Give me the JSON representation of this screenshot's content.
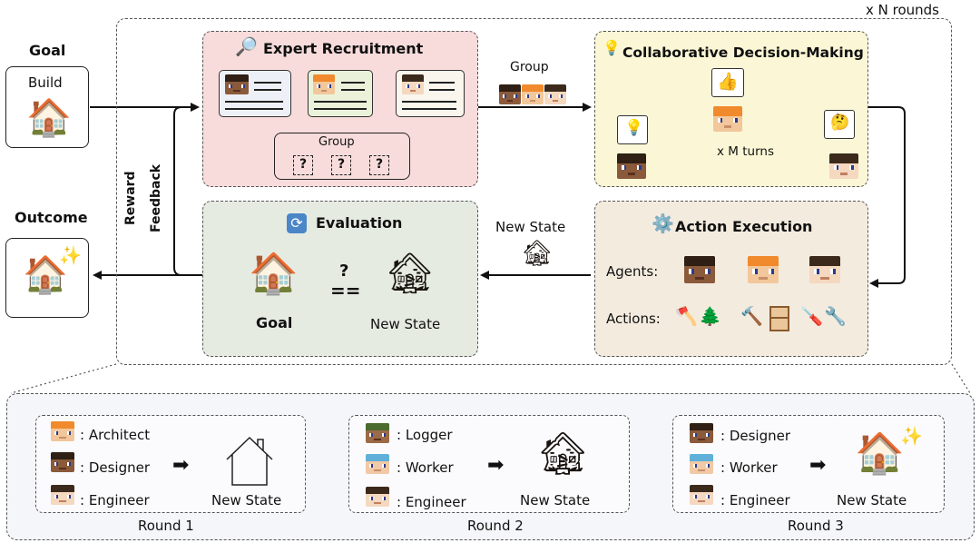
{
  "loop_label": "x N rounds",
  "goal": {
    "title": "Goal",
    "box_label": "Build"
  },
  "outcome": {
    "title": "Outcome"
  },
  "expert_recruitment": {
    "title": "Expert Recruitment",
    "group_label": "Group",
    "placeholder": "?"
  },
  "group_arrow_label": "Group",
  "collaborative": {
    "title": "Collaborative Decision-Making",
    "turns_label": "x M turns"
  },
  "feedback_label": {
    "line1": "Reward",
    "line2": "Feedback"
  },
  "evaluation": {
    "title": "Evaluation",
    "goal_label": "Goal",
    "state_label": "New State",
    "compare_q": "?",
    "compare_eq": "=="
  },
  "new_state_arrow_label": "New State",
  "action_execution": {
    "title": "Action Execution",
    "agents_label": "Agents:",
    "actions_label": "Actions:"
  },
  "rounds": [
    {
      "label": "Round 1",
      "roles": [
        ": Architect",
        ": Designer",
        ": Engineer"
      ],
      "state": "New State"
    },
    {
      "label": "Round 2",
      "roles": [
        ": Logger",
        ": Worker",
        ": Engineer"
      ],
      "state": "New State"
    },
    {
      "label": "Round 3",
      "roles": [
        ": Designer",
        ": Worker",
        ": Engineer"
      ],
      "state": "New State"
    }
  ],
  "colors": {
    "recruit_bg": "#f7dcdb",
    "collab_bg": "#fbf7d6",
    "eval_bg": "#e6ebe2",
    "action_bg": "#f4ebdf",
    "bottom_bg": "#f5f6fa"
  },
  "icons": [
    "house-icon",
    "sparkle-icon",
    "magnifier-icon",
    "lightbulb-icon",
    "thumbs-up-icon",
    "thinking-icon",
    "refresh-icon",
    "gear-icon",
    "axe-icon",
    "tree-icon",
    "hammer-icon",
    "door-icon",
    "screwdriver-icon",
    "wrench-icon",
    "broken-house-icon",
    "outline-house-icon"
  ]
}
